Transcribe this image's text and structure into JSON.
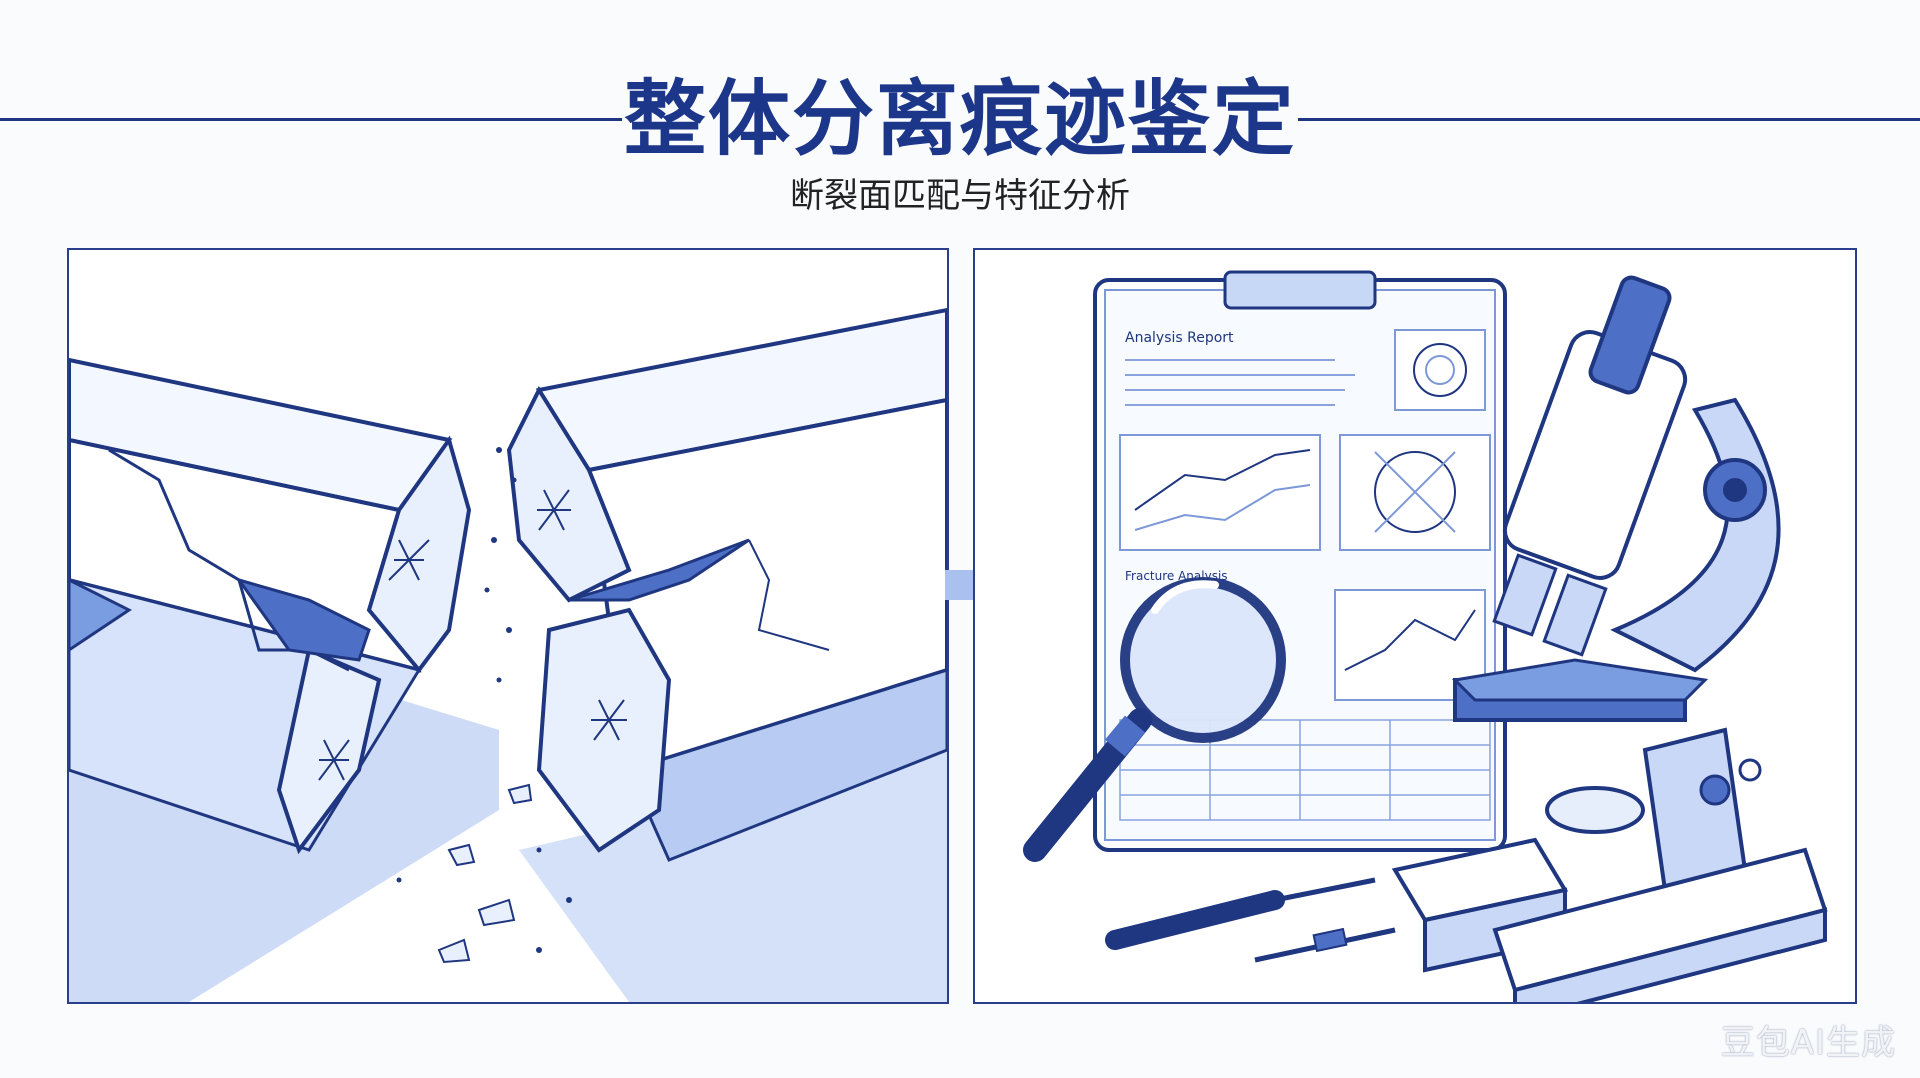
{
  "header": {
    "title": "整体分离痕迹鉴定",
    "subtitle": "断裂面匹配与特征分析"
  },
  "report": {
    "heading": "Analysis Report",
    "section_label": "Fracture Analysis"
  },
  "watermark": "豆包AI生成",
  "colors": {
    "navy": "#1c3689",
    "mid_blue": "#5b7fd6",
    "light_blue": "#aec4f0",
    "pale_blue": "#e6eefc"
  }
}
